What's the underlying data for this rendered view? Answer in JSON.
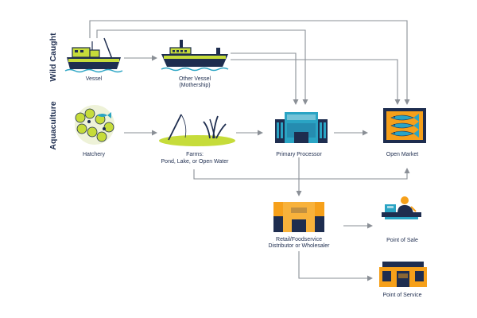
{
  "sections": {
    "wild_caught": "Wild Caught",
    "aquaculture": "Aquaculture"
  },
  "nodes": {
    "vessel": {
      "label": "Vessel",
      "icon": "fishing-vessel-icon"
    },
    "other_vessel": {
      "label_line1": "Other Vessel",
      "label_line2": "(Mothership)",
      "icon": "mothership-vessel-icon"
    },
    "hatchery": {
      "label": "Hatchery",
      "icon": "fish-eggs-icon"
    },
    "farms": {
      "label_line1": "Farms:",
      "label_line2": "Pond, Lake, or Open Water",
      "icon": "pond-icon"
    },
    "primary_processor": {
      "label": "Primary Processor",
      "icon": "processing-plant-icon"
    },
    "open_market": {
      "label": "Open Market",
      "icon": "fish-crate-icon"
    },
    "distributor": {
      "label_line1": "Retail/Foodservice",
      "label_line2": "Distributor or Wholesaler",
      "icon": "warehouse-icon"
    },
    "point_of_sale": {
      "label": "Point of Sale",
      "icon": "cashier-icon"
    },
    "point_of_service": {
      "label": "Point of Service",
      "icon": "restaurant-icon"
    }
  },
  "colors": {
    "navy": "#1e2d4f",
    "lime": "#c6dc3a",
    "teal": "#2aa4c4",
    "orange": "#f6a01a",
    "arrow": "#8a8f96"
  }
}
